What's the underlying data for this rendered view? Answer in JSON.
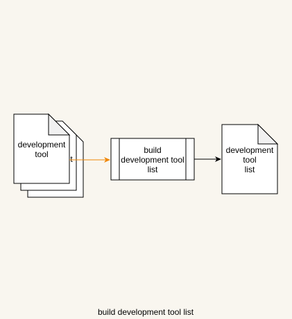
{
  "diagram": {
    "input": {
      "label_line1": "development",
      "label_line2": "tool",
      "behind_fragment": "t",
      "stack_count": 3
    },
    "process": {
      "label_line1": "build",
      "label_line2": "development tool",
      "label_line3": "list"
    },
    "output": {
      "label_line1": "development",
      "label_line2": "tool",
      "label_line3": "list"
    },
    "edges": [
      {
        "from": "input",
        "to": "process",
        "color": "#f08705"
      },
      {
        "from": "process",
        "to": "output",
        "color": "#000000"
      }
    ],
    "caption": "build development tool list"
  }
}
